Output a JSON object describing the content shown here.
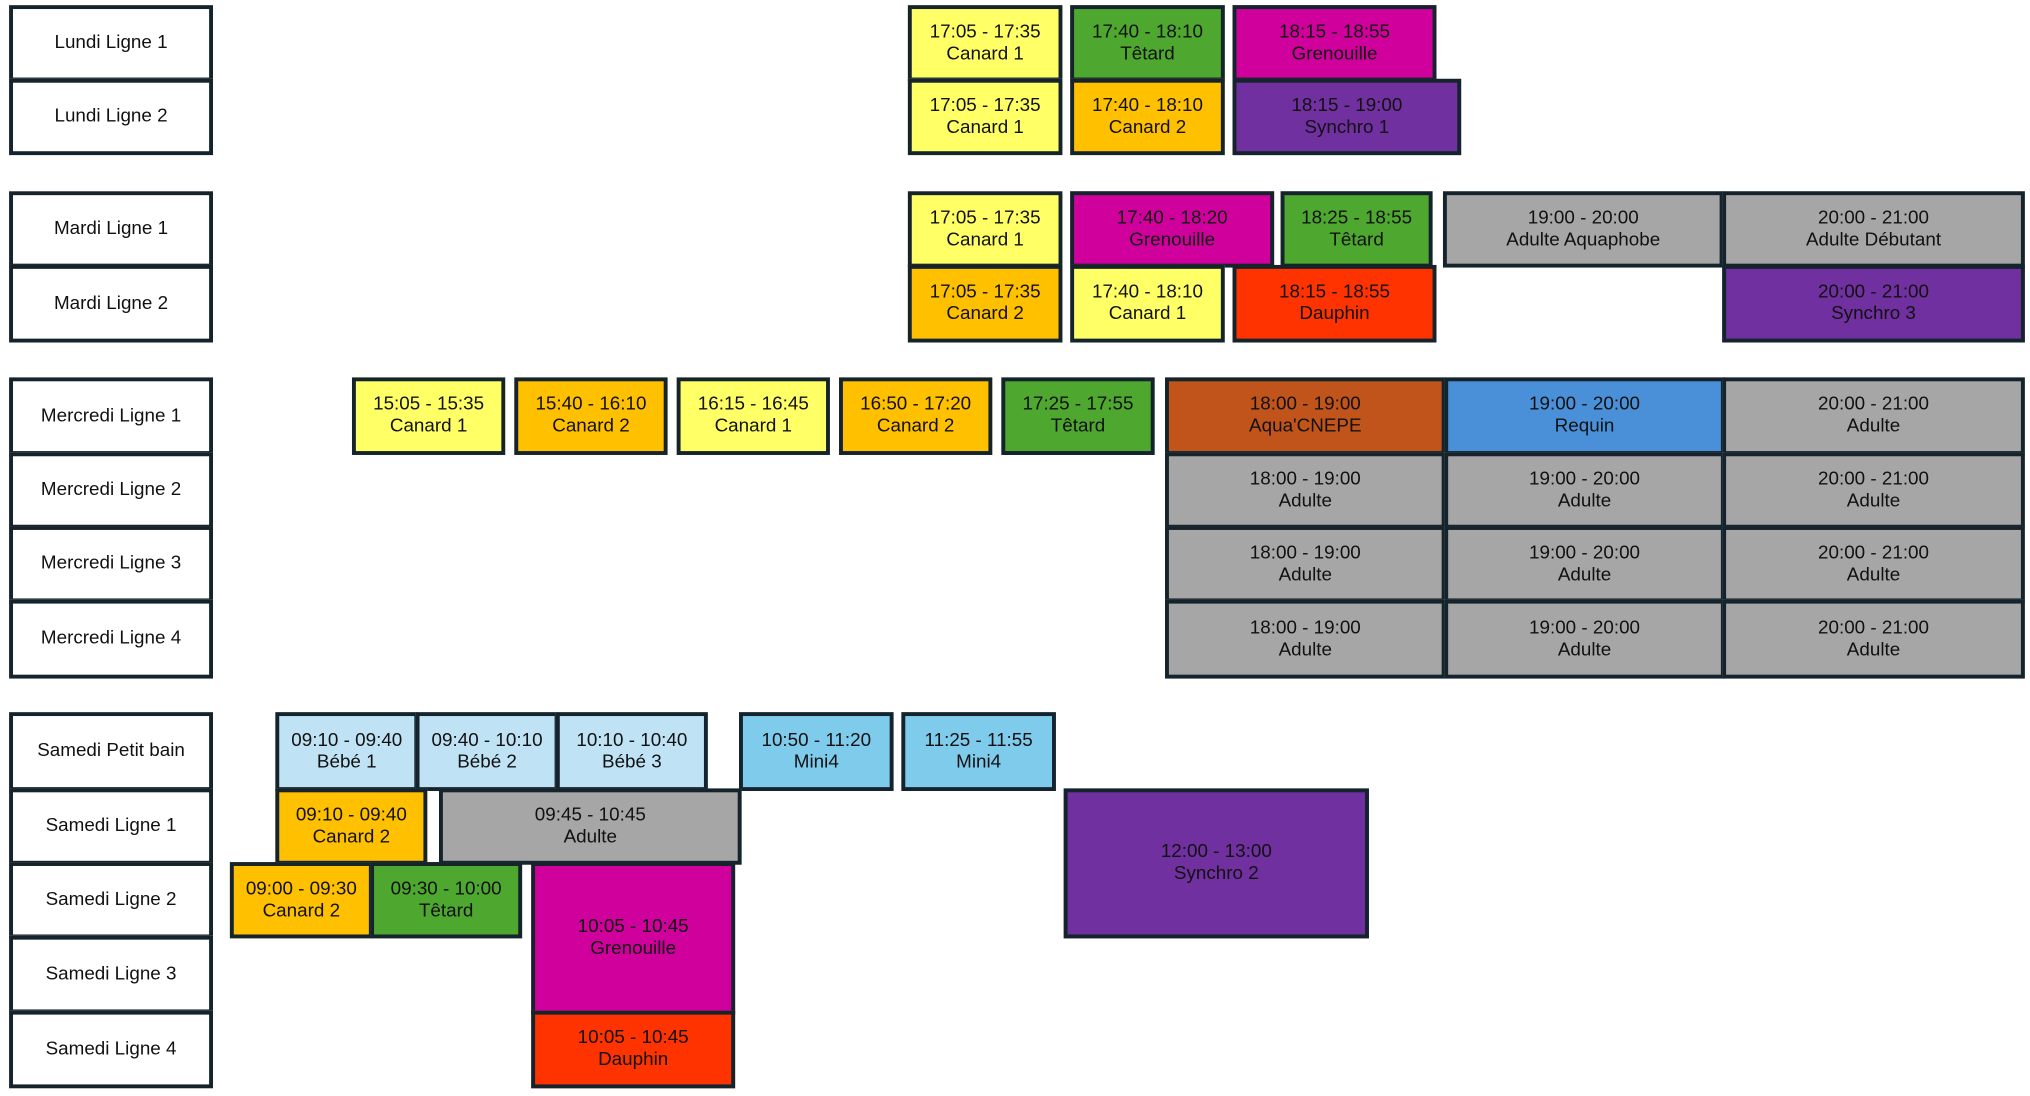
{
  "colors": {
    "yellow": "#ffff66",
    "orange": "#ffc000",
    "green": "#4ea72e",
    "magenta": "#d0009c",
    "purple": "#7030a0",
    "gray": "#a6a6a6",
    "red": "#ff3300",
    "brown": "#c0541a",
    "blue": "#4a90d9",
    "pale_blue": "#bfe3f4",
    "sky_blue": "#7fcbec",
    "border": "#14232c"
  },
  "rows": [
    {
      "label": "Lundi Ligne 1"
    },
    {
      "label": "Lundi Ligne 2"
    },
    {
      "label": "Mardi Ligne 1"
    },
    {
      "label": "Mardi Ligne 2"
    },
    {
      "label": "Mercredi Ligne 1"
    },
    {
      "label": "Mercredi Ligne 2"
    },
    {
      "label": "Mercredi Ligne 3"
    },
    {
      "label": "Mercredi Ligne 4"
    },
    {
      "label": "Samedi Petit bain"
    },
    {
      "label": "Samedi Ligne 1"
    },
    {
      "label": "Samedi Ligne 2"
    },
    {
      "label": "Samedi Ligne 3"
    },
    {
      "label": "Samedi Ligne 4"
    }
  ],
  "blocks": [
    {
      "time": "17:05 - 17:35",
      "name": "Canard 1",
      "color": "yellow",
      "row": "Lundi Ligne 1"
    },
    {
      "time": "17:40 - 18:10",
      "name": "Têtard",
      "color": "green",
      "row": "Lundi Ligne 1"
    },
    {
      "time": "18:15 - 18:55",
      "name": "Grenouille",
      "color": "magenta",
      "row": "Lundi Ligne 1"
    },
    {
      "time": "17:05 - 17:35",
      "name": "Canard 1",
      "color": "yellow",
      "row": "Lundi Ligne 2"
    },
    {
      "time": "17:40 - 18:10",
      "name": "Canard 2",
      "color": "orange",
      "row": "Lundi Ligne 2"
    },
    {
      "time": "18:15 - 19:00",
      "name": "Synchro 1",
      "color": "purple",
      "row": "Lundi Ligne 2"
    },
    {
      "time": "17:05 - 17:35",
      "name": "Canard 1",
      "color": "yellow",
      "row": "Mardi Ligne 1"
    },
    {
      "time": "17:40 - 18:20",
      "name": "Grenouille",
      "color": "magenta",
      "row": "Mardi Ligne 1"
    },
    {
      "time": "18:25 - 18:55",
      "name": "Têtard",
      "color": "green",
      "row": "Mardi Ligne 1"
    },
    {
      "time": "19:00 - 20:00",
      "name": "Adulte Aquaphobe",
      "color": "gray",
      "row": "Mardi Ligne 1"
    },
    {
      "time": "20:00 - 21:00",
      "name": "Adulte Débutant",
      "color": "gray",
      "row": "Mardi Ligne 1"
    },
    {
      "time": "17:05 - 17:35",
      "name": "Canard 2",
      "color": "orange",
      "row": "Mardi Ligne 2"
    },
    {
      "time": "17:40 - 18:10",
      "name": "Canard 1",
      "color": "yellow",
      "row": "Mardi Ligne 2"
    },
    {
      "time": "18:15 - 18:55",
      "name": "Dauphin",
      "color": "red",
      "row": "Mardi Ligne 2"
    },
    {
      "time": "20:00 - 21:00",
      "name": "Synchro 3",
      "color": "purple",
      "row": "Mardi Ligne 2"
    },
    {
      "time": "15:05 - 15:35",
      "name": "Canard 1",
      "color": "yellow",
      "row": "Mercredi Ligne 1"
    },
    {
      "time": "15:40 - 16:10",
      "name": "Canard 2",
      "color": "orange",
      "row": "Mercredi Ligne 1"
    },
    {
      "time": "16:15 - 16:45",
      "name": "Canard 1",
      "color": "yellow",
      "row": "Mercredi Ligne 1"
    },
    {
      "time": "16:50 - 17:20",
      "name": "Canard 2",
      "color": "orange",
      "row": "Mercredi Ligne 1"
    },
    {
      "time": "17:25 - 17:55",
      "name": "Têtard",
      "color": "green",
      "row": "Mercredi Ligne 1"
    },
    {
      "time": "18:00 - 19:00",
      "name": "Aqua'CNEPE",
      "color": "brown",
      "row": "Mercredi Ligne 1"
    },
    {
      "time": "19:00 - 20:00",
      "name": "Requin",
      "color": "blue",
      "row": "Mercredi Ligne 1"
    },
    {
      "time": "20:00 - 21:00",
      "name": "Adulte",
      "color": "gray",
      "row": "Mercredi Ligne 1"
    },
    {
      "time": "18:00 - 19:00",
      "name": "Adulte",
      "color": "gray",
      "row": "Mercredi Ligne 2"
    },
    {
      "time": "19:00 - 20:00",
      "name": "Adulte",
      "color": "gray",
      "row": "Mercredi Ligne 2"
    },
    {
      "time": "20:00 - 21:00",
      "name": "Adulte",
      "color": "gray",
      "row": "Mercredi Ligne 2"
    },
    {
      "time": "18:00 - 19:00",
      "name": "Adulte",
      "color": "gray",
      "row": "Mercredi Ligne 3"
    },
    {
      "time": "19:00 - 20:00",
      "name": "Adulte",
      "color": "gray",
      "row": "Mercredi Ligne 3"
    },
    {
      "time": "20:00 - 21:00",
      "name": "Adulte",
      "color": "gray",
      "row": "Mercredi Ligne 3"
    },
    {
      "time": "18:00 - 19:00",
      "name": "Adulte",
      "color": "gray",
      "row": "Mercredi Ligne 4"
    },
    {
      "time": "19:00 - 20:00",
      "name": "Adulte",
      "color": "gray",
      "row": "Mercredi Ligne 4"
    },
    {
      "time": "20:00 - 21:00",
      "name": "Adulte",
      "color": "gray",
      "row": "Mercredi Ligne 4"
    },
    {
      "time": "09:10 - 09:40",
      "name": "Bébé 1",
      "color": "pale_blue",
      "row": "Samedi Petit bain"
    },
    {
      "time": "09:40 - 10:10",
      "name": "Bébé 2",
      "color": "pale_blue",
      "row": "Samedi Petit bain"
    },
    {
      "time": "10:10 - 10:40",
      "name": "Bébé 3",
      "color": "pale_blue",
      "row": "Samedi Petit bain"
    },
    {
      "time": "10:50 - 11:20",
      "name": "Mini4",
      "color": "sky_blue",
      "row": "Samedi Petit bain"
    },
    {
      "time": "11:25 - 11:55",
      "name": "Mini4",
      "color": "sky_blue",
      "row": "Samedi Petit bain"
    },
    {
      "time": "09:10 - 09:40",
      "name": "Canard 2",
      "color": "orange",
      "row": "Samedi Ligne 1"
    },
    {
      "time": "09:45 - 10:45",
      "name": "Adulte",
      "color": "gray",
      "row": "Samedi Ligne 1"
    },
    {
      "time": "12:00 - 13:00",
      "name": "Synchro 2",
      "color": "purple",
      "row": "Samedi Ligne 1 – Ligne 2"
    },
    {
      "time": "09:00 - 09:30",
      "name": "Canard 2",
      "color": "orange",
      "row": "Samedi Ligne 2"
    },
    {
      "time": "09:30 - 10:00",
      "name": "Têtard",
      "color": "green",
      "row": "Samedi Ligne 2"
    },
    {
      "time": "10:05 - 10:45",
      "name": "Grenouille",
      "color": "magenta",
      "row": "Samedi Ligne 2 – Ligne 3"
    },
    {
      "time": "10:05 - 10:45",
      "name": "Dauphin",
      "color": "red",
      "row": "Samedi Ligne 4"
    }
  ]
}
